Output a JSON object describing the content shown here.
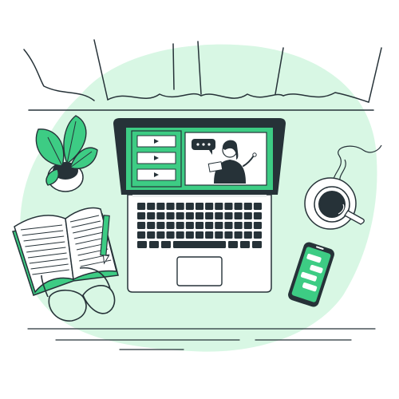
{
  "palette": {
    "mint": "#d8f7e4",
    "green": "#3dcc84",
    "dark": "#263238",
    "white": "#ffffff",
    "light_gray": "#e9eeee"
  },
  "illustration": {
    "screen": {
      "video_list_item_count": 3,
      "speech_bubble_dots": 3
    },
    "keyboard": {
      "rows": 5
    },
    "phone": {
      "message_bubbles": 4
    }
  }
}
